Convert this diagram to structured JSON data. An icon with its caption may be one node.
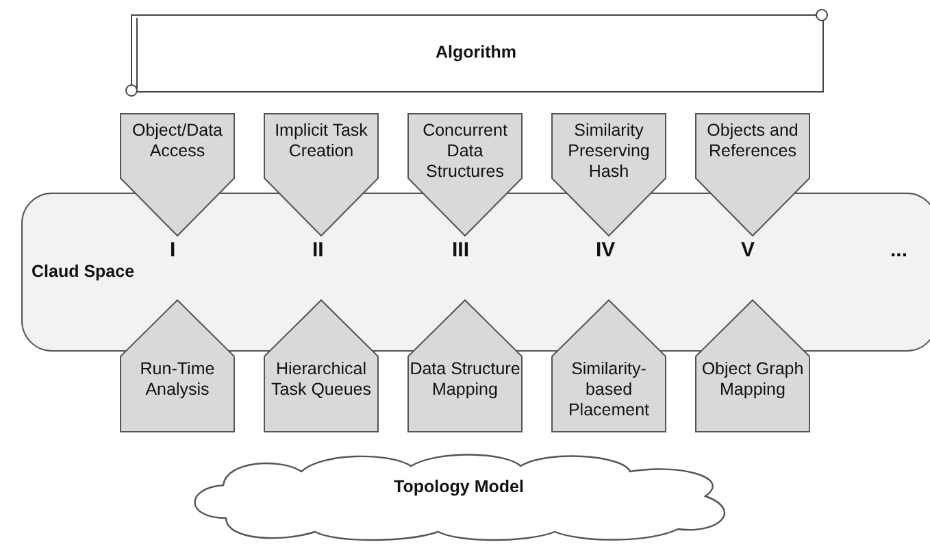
{
  "diagram": {
    "nodes": [
      {
        "text": [
          "Algorithm"
        ]
      },
      {
        "text": [
          "Claud Space"
        ]
      },
      {
        "text": [
          "Object/Data Access"
        ]
      },
      {
        "text": [
          "Implicit Task Creation"
        ]
      },
      {
        "text": [
          "Concurrent Data Structures"
        ]
      },
      {
        "text": [
          "Similarity Preserving Hash"
        ]
      },
      {
        "text": [
          "Objects and References"
        ]
      },
      {
        "text": [
          "Run-Time Analysis"
        ]
      },
      {
        "text": [
          "Hierarchical Task Queues"
        ]
      },
      {
        "text": [
          "Data Structure Mapping"
        ]
      },
      {
        "text": [
          "Similarity-based Placement"
        ]
      },
      {
        "text": [
          "Object Graph Mapping"
        ]
      },
      {
        "text": [
          "Topology Model"
        ]
      }
    ],
    "edges": [],
    "labels": [
      "I",
      "II",
      "III",
      "IV",
      "V",
      "..."
    ]
  }
}
